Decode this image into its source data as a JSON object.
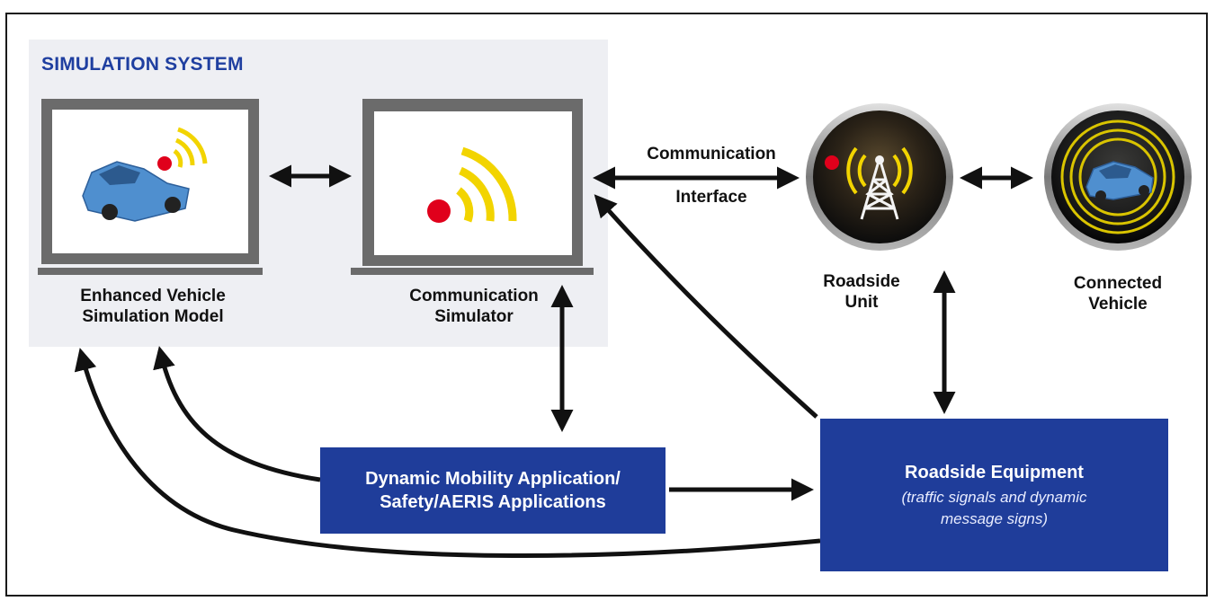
{
  "simulation_system": {
    "title": "SIMULATION SYSTEM",
    "enhanced_vehicle_label": [
      "Enhanced Vehicle",
      "Simulation Model"
    ],
    "communication_simulator_label": [
      "Communication",
      "Simulator"
    ]
  },
  "communication_interface_label": [
    "Communication",
    "Interface"
  ],
  "roadside_unit_label": [
    "Roadside",
    "Unit"
  ],
  "connected_vehicle_label": [
    "Connected",
    "Vehicle"
  ],
  "applications_box": {
    "line1": "Dynamic Mobility Application/",
    "line2": "Safety/AERIS Applications"
  },
  "roadside_equipment_box": {
    "title": "Roadside Equipment",
    "subtitle_line1": "(traffic signals and dynamic",
    "subtitle_line2": "message signs)"
  },
  "colors": {
    "box_blue": "#1f3d9a",
    "title_blue": "#1f3fa0",
    "signal_yellow": "#f2d400",
    "signal_red": "#e0001b",
    "car_blue": "#4f8fcf"
  },
  "icons": [
    "wifi-signal-icon",
    "car-icon",
    "radio-tower-icon",
    "arrow-icon"
  ]
}
